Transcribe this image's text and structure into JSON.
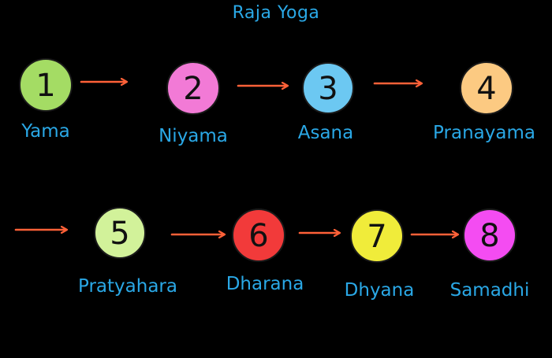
{
  "title": "Raja Yoga",
  "label_color": "#2aa8e6",
  "arrow_color": "#ff6138",
  "steps": [
    {
      "number": "1",
      "name": "Yama",
      "color": "#a4dc64"
    },
    {
      "number": "2",
      "name": "Niyama",
      "color": "#f27ad6"
    },
    {
      "number": "3",
      "name": "Asana",
      "color": "#6cc8f2"
    },
    {
      "number": "4",
      "name": "Pranayama",
      "color": "#fcca82"
    },
    {
      "number": "5",
      "name": "Pratyahara",
      "color": "#d2f29a"
    },
    {
      "number": "6",
      "name": "Dharana",
      "color": "#f23a3a"
    },
    {
      "number": "7",
      "name": "Dhyana",
      "color": "#f0ec3a"
    },
    {
      "number": "8",
      "name": "Samadhi",
      "color": "#f44cf2"
    }
  ]
}
